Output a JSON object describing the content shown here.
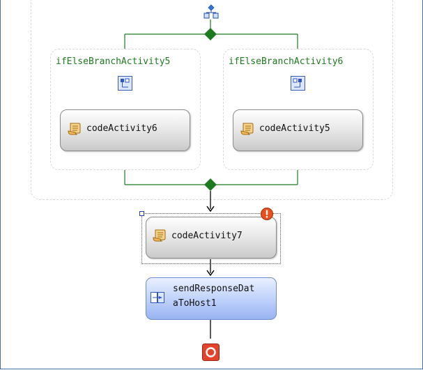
{
  "designer": {
    "branch_left": {
      "title": "ifElseBranchActivity5",
      "activity": "codeActivity6"
    },
    "branch_right": {
      "title": "ifElseBranchActivity6",
      "activity": "codeActivity5"
    },
    "selected_activity": {
      "label": "codeActivity7"
    },
    "send_activity": {
      "label": "sendResponseDat\naToHost1"
    }
  },
  "colors": {
    "connector_green": "#1e7a1e",
    "connector_black": "#000000",
    "branch_title": "#1e7a1e",
    "send_fill": "#b9cdfa",
    "error_badge": "#e8501e",
    "end_marker": "#e2432a"
  }
}
